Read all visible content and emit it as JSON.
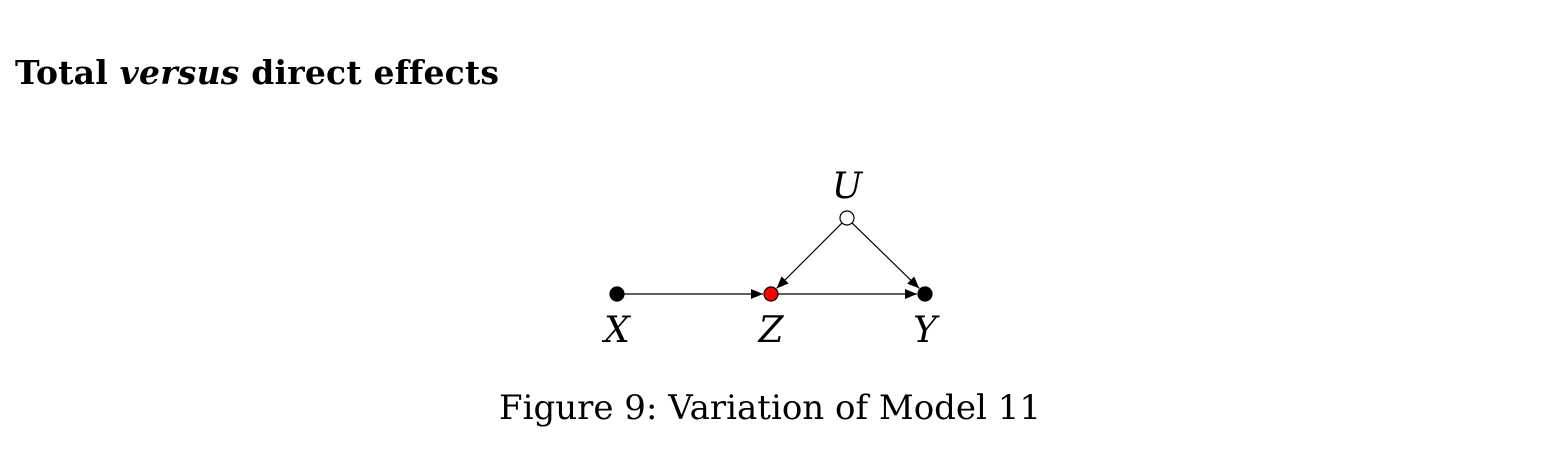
{
  "heading": {
    "part1": "Total ",
    "emphasis": "versus",
    "part2": " direct effects"
  },
  "diagram": {
    "nodes": [
      {
        "id": "X",
        "label": "X",
        "observed": true,
        "fill": "#000000"
      },
      {
        "id": "Z",
        "label": "Z",
        "observed": true,
        "fill": "#ff0000"
      },
      {
        "id": "Y",
        "label": "Y",
        "observed": true,
        "fill": "#000000"
      },
      {
        "id": "U",
        "label": "U",
        "observed": false,
        "fill": "#ffffff"
      }
    ],
    "edges": [
      {
        "from": "X",
        "to": "Z"
      },
      {
        "from": "Z",
        "to": "Y"
      },
      {
        "from": "U",
        "to": "Z"
      },
      {
        "from": "U",
        "to": "Y"
      }
    ]
  },
  "caption": "Figure 9: Variation of Model 11"
}
